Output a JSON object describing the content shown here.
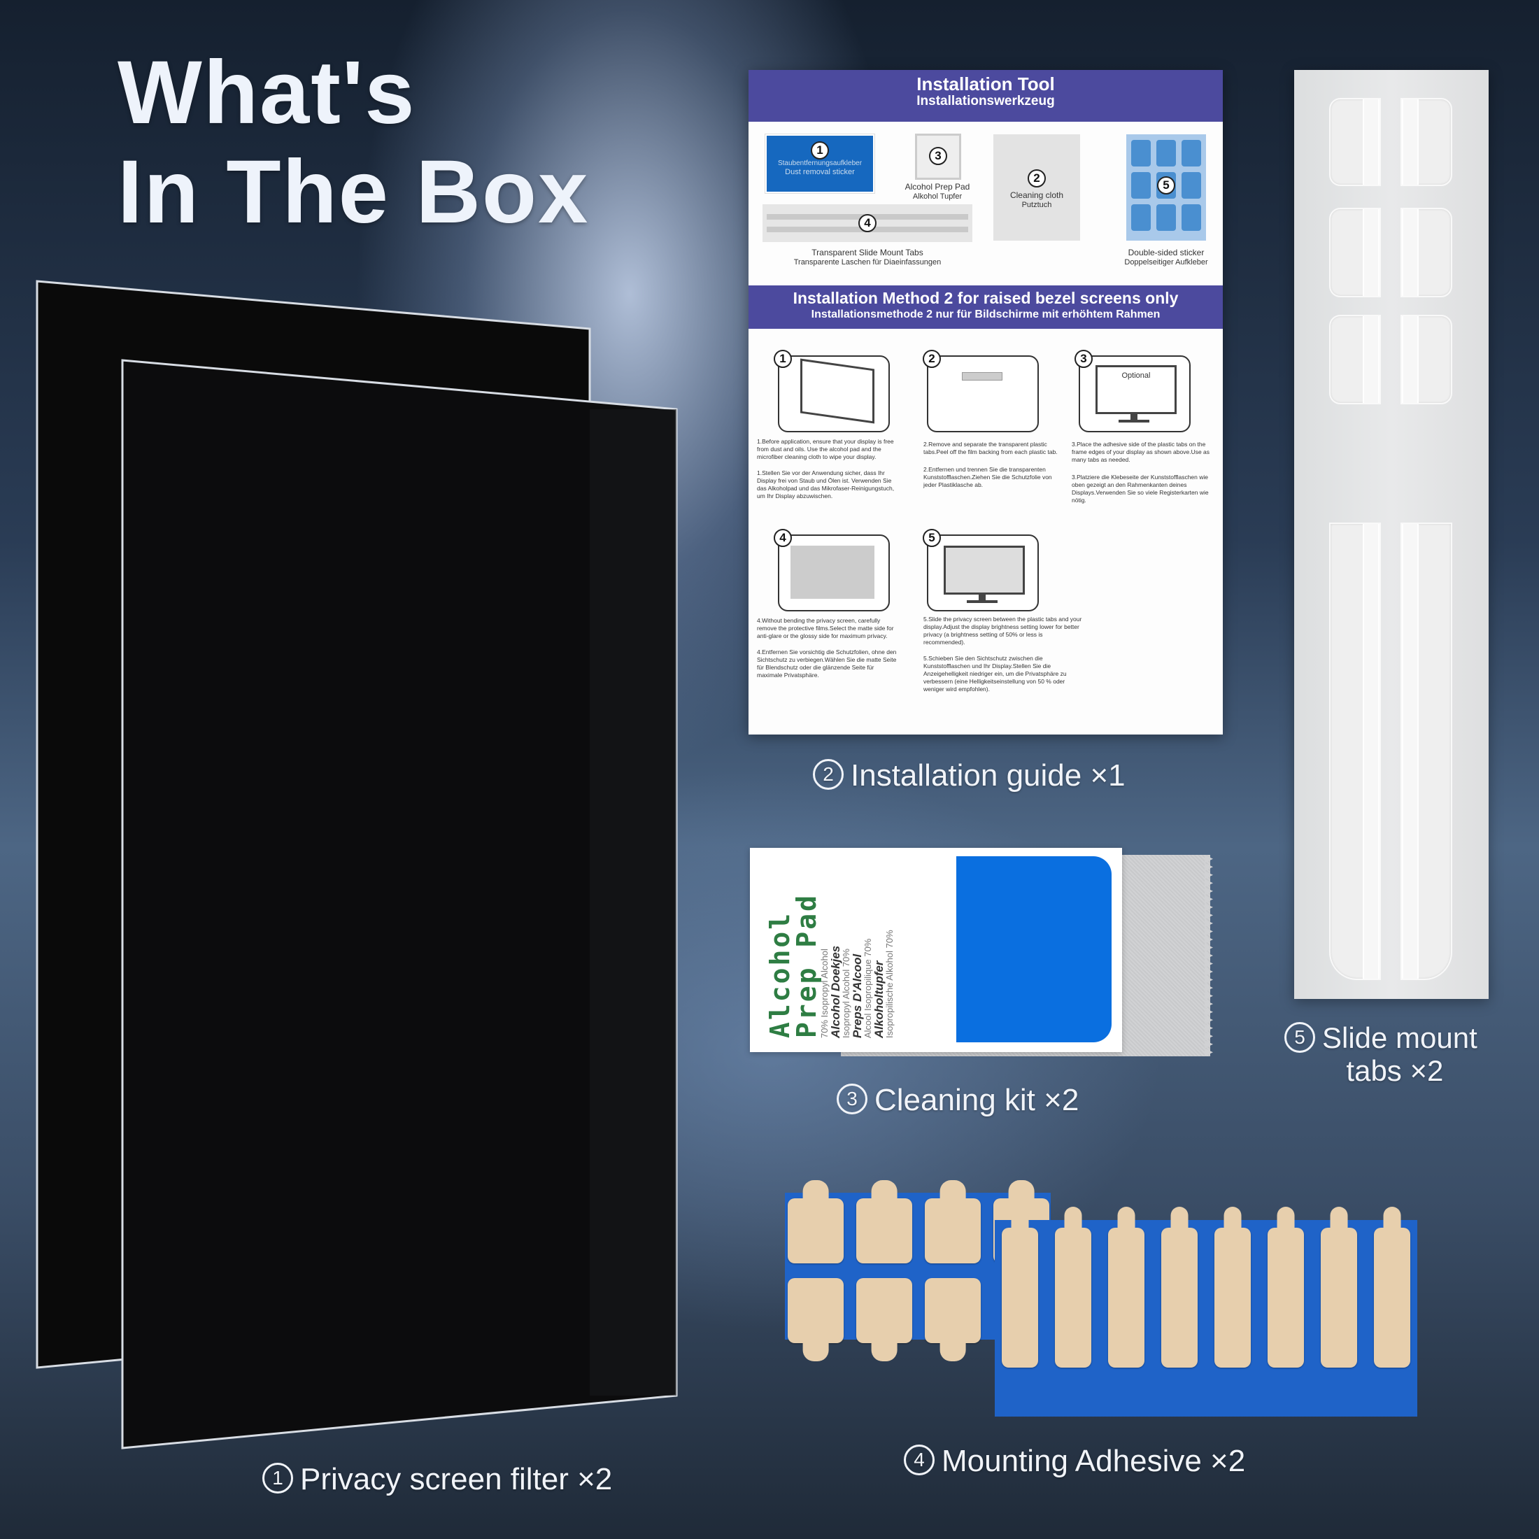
{
  "title": {
    "line1": "What's",
    "line2": "In The Box"
  },
  "items": [
    {
      "number": "1",
      "label": "Privacy screen filter ×2"
    },
    {
      "number": "2",
      "label": "Installation guide ×1"
    },
    {
      "number": "3",
      "label": "Cleaning kit ×2"
    },
    {
      "number": "4",
      "label": "Mounting Adhesive ×2"
    },
    {
      "number": "5",
      "label_line1": "Slide mount",
      "label_line2": "tabs  ×2"
    }
  ],
  "guide": {
    "header": {
      "title": "Installation Tool",
      "subtitle": "Installationswerkzeug"
    },
    "tools": [
      {
        "number": "1",
        "line1": "Staubentfernungsaufkleber",
        "line2": "Dust removal sticker"
      },
      {
        "number": "3",
        "line1": "Alcohol Prep Pad",
        "line2": "Alkohol Tupfer"
      },
      {
        "number": "2",
        "line1": "Cleaning cloth",
        "line2": "Putztuch"
      },
      {
        "number": "4",
        "line1": "Transparent Slide Mount Tabs",
        "line2": "Transparente Laschen für Diaeinfassungen"
      },
      {
        "number": "5",
        "line1": "Double-sided sticker",
        "line2": "Doppelseitiger Aufkleber"
      }
    ],
    "method_header": {
      "title": "Installation Method 2 for raised bezel screens only",
      "subtitle": "Installationsmethode 2 nur für Bildschirme mit erhöhtem Rahmen"
    },
    "steps": [
      {
        "number": "1",
        "en": "1.Before application, ensure that your display is free from dust and oils. Use the alcohol pad and the microfiber cleaning cloth to wipe your display.",
        "de": "1.Stellen Sie vor der Anwendung sicher, dass Ihr Display frei von Staub und Ölen ist. Verwenden Sie das Alkoholpad und das Mikrofaser-Reinigungstuch, um Ihr Display abzuwischen."
      },
      {
        "number": "2",
        "en": "2.Remove and separate the transparent plastic tabs.Peel off the film backing from each plastic tab.",
        "de": "2.Entfernen und trennen Sie die transparenten Kunststofflaschen.Ziehen Sie die Schutzfolie von jeder Plastiklasche ab."
      },
      {
        "number": "3",
        "illustration_label": "Optional",
        "en": "3.Place the adhesive side of the plastic tabs on the frame edges of your display as shown above.Use as many tabs as needed.",
        "de": "3.Platziere die Klebeseite der Kunststofflaschen wie oben gezeigt an den Rahmenkanten deines Displays.Verwenden Sie so viele Registerkarten wie nötig."
      },
      {
        "number": "4",
        "en": "4.Without bending the privacy screen, carefully remove the protective films.Select the matte side for anti-glare or the glossy side for maximum privacy.",
        "de": "4.Entfernen Sie vorsichtig die Schutzfolien, ohne den Sichtschutz zu verbiegen.Wählen Sie die matte Seite für Blendschutz oder die glänzende Seite für maximale Privatsphäre."
      },
      {
        "number": "5",
        "en": "5.Slide the privacy screen between the plastic tabs and your display.Adjust the display brightness setting lower for better privacy (a brightness setting of 50% or less is recommended).",
        "de": "5.Schieben Sie den Sichtschutz zwischen die Kunststofflaschen und Ihr Display.Stellen Sie die Anzeigehelligkeit niedriger ein, um die Privatsphäre zu verbessern (eine Helligkeitseinstellung von 50 % oder weniger wird empfohlen)."
      }
    ]
  },
  "cleaning_packet": {
    "title_line1": "Alcohol",
    "title_line2": "Prep Pad",
    "lines": [
      {
        "text": "70% Isopropyl Alcohol",
        "style": "sm"
      },
      {
        "text": "Alcohol Doekjes",
        "style": "it"
      },
      {
        "text": "Isopropyl Alcohol 70%",
        "style": "sm"
      },
      {
        "text": "Preps D'Alcool",
        "style": "it"
      },
      {
        "text": "Alcool Isopropilique 70%",
        "style": "sm"
      },
      {
        "text": "Alkoholtupfer",
        "style": "it"
      },
      {
        "text": "Isopropilische Alkohol 70%",
        "style": "sm"
      }
    ]
  },
  "colors": {
    "guide_header": "#4c4a9e",
    "packet_blue": "#0a6fe0",
    "packet_green": "#2e7d43",
    "adhesive_sheet": "#1f63c8",
    "adhesive_pad": "#e7cfad",
    "filter": "#0a0a0a"
  }
}
